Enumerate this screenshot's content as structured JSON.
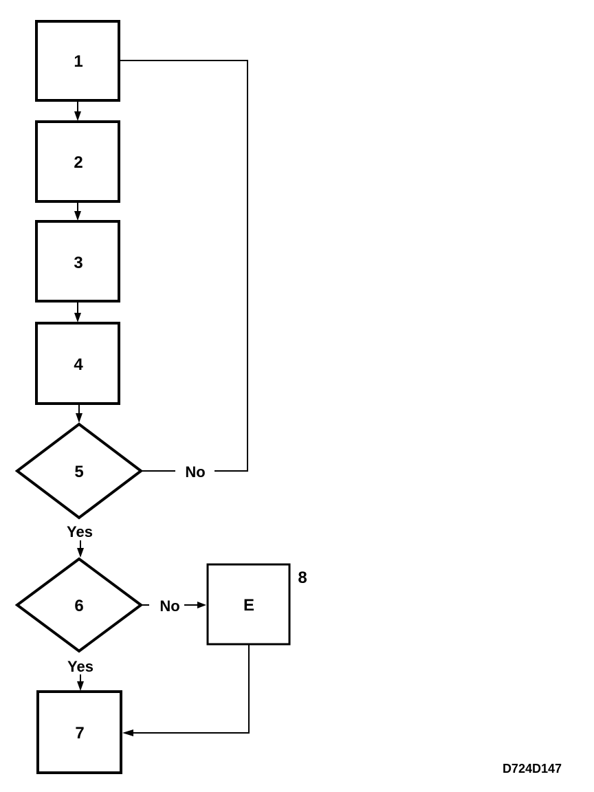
{
  "nodes": {
    "n1": "1",
    "n2": "2",
    "n3": "3",
    "n4": "4",
    "n5": "5",
    "n6": "6",
    "n7": "7",
    "n8_label": "E",
    "n8_number": "8"
  },
  "branches": {
    "d5_yes": "Yes",
    "d5_no": "No",
    "d6_yes": "Yes",
    "d6_no": "No"
  },
  "figure_id": "D724D147"
}
